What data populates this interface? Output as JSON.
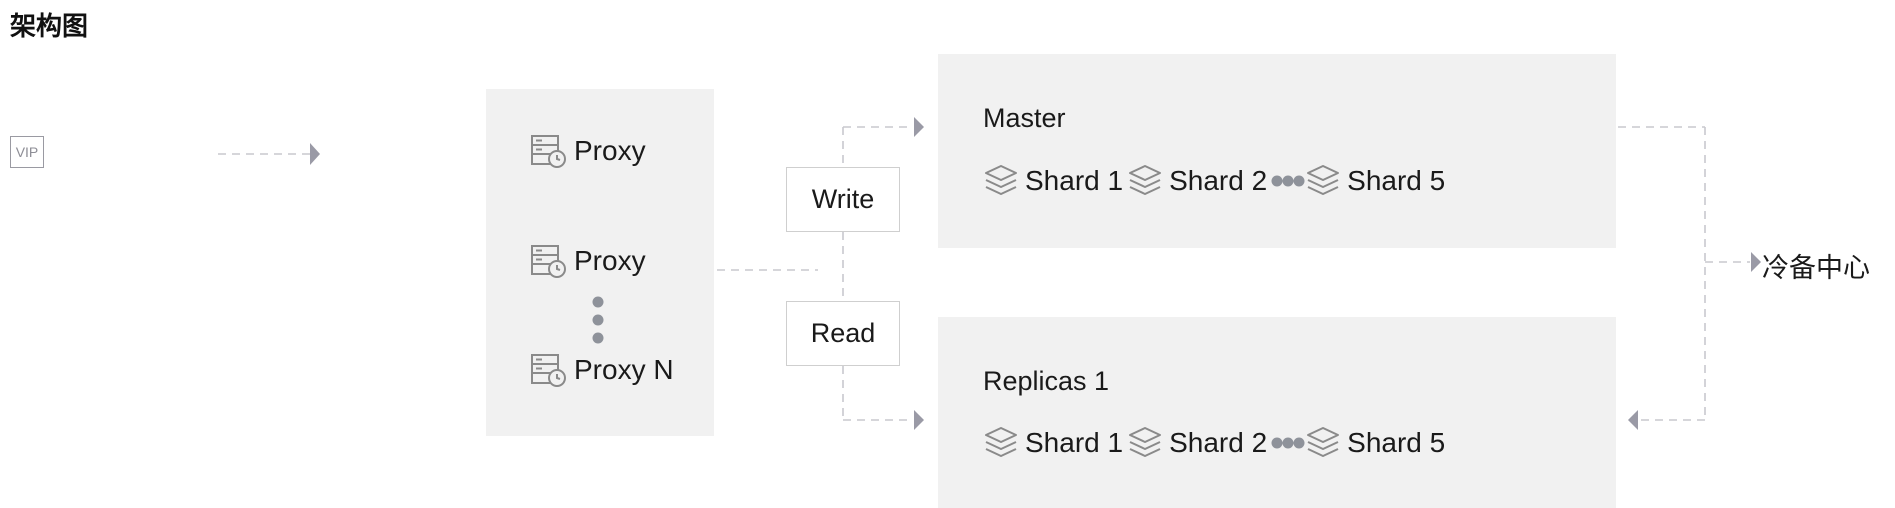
{
  "title": "架构图",
  "vip": {
    "label": "VIP"
  },
  "proxies": [
    {
      "label": "Proxy",
      "icon": "server-clock-icon"
    },
    {
      "label": "Proxy",
      "icon": "server-clock-icon"
    },
    {
      "label": "Proxy N",
      "icon": "server-clock-icon"
    }
  ],
  "router": {
    "write_label": "Write",
    "read_label": "Read"
  },
  "master": {
    "title": "Master",
    "shards": [
      "Shard 1",
      "Shard 2",
      "Shard 5"
    ]
  },
  "replicas": {
    "title": "Replicas 1",
    "shards": [
      "Shard 1",
      "Shard 2",
      "Shard 5"
    ]
  },
  "cold_backup": {
    "label": "冷备中心"
  },
  "colors": {
    "panel": "#f1f1f1",
    "line": "#c8c8ce",
    "arrow": "#9a9aa6",
    "icon": "#8a8a8a"
  }
}
